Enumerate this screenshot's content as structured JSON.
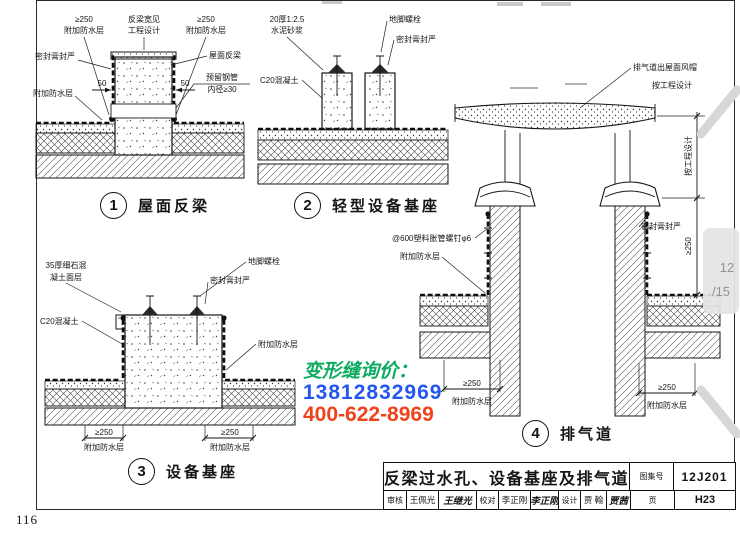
{
  "page": {
    "number": "116"
  },
  "overlay": {
    "indicator_top": "12",
    "indicator_bottom": "/15"
  },
  "watermark": {
    "line1": "变形缝询价：",
    "line2": "13812832969",
    "line3": "400-622-8969",
    "color1": "#0faa62",
    "color2": "#2256ee",
    "color3": "#f0421c"
  },
  "details": {
    "d1": {
      "num": "1",
      "caption": "屋面反梁",
      "labels": {
        "top_left_dim": "≥250",
        "top_left": "附加防水层",
        "top_mid_1": "反梁宽见",
        "top_mid_2": "工程设计",
        "top_right_dim": "≥250",
        "top_right": "附加防水层",
        "seal": "密封膏封严",
        "left_membrane": "附加防水层",
        "beam": "屋面反梁",
        "pipe_1": "预留钢管",
        "pipe_2": "内径≥30",
        "dim_left": "50",
        "dim_right": "50"
      }
    },
    "d2": {
      "num": "2",
      "caption": "轻型设备基座",
      "labels": {
        "mortar_1": "20厚1:2.5",
        "mortar_2": "水泥砂浆",
        "bolt": "地脚螺栓",
        "seal": "密封膏封严",
        "concrete": "C20混凝土"
      }
    },
    "d3": {
      "num": "3",
      "caption": "设备基座",
      "labels": {
        "surface_1": "35厚细石混",
        "surface_2": "凝土面层",
        "bolt": "地脚螺栓",
        "seal": "密封膏封严",
        "concrete": "C20混凝土",
        "membrane_right": "附加防水层",
        "bl_dim": "≥250",
        "bl": "附加防水层",
        "br_dim": "≥250",
        "br": "附加防水层"
      }
    },
    "d4": {
      "num": "4",
      "caption": "排气道",
      "labels": {
        "cap_1": "排气道出屋面风帽",
        "cap_2": "按工程设计",
        "seal": "密封膏封严",
        "screw": "@600塑料胀管螺钉φ6",
        "membrane": "附加防水层",
        "dim_v1": "按工程设计",
        "dim_v2": "≥250",
        "bl_dim": "≥250",
        "bl": "附加防水层",
        "br_dim": "≥250",
        "br": "附加防水层"
      }
    }
  },
  "titleblock": {
    "title": "反梁过水孔、设备基座及排气道",
    "atlas_label": "图集号",
    "atlas_no": "12J201",
    "page_label": "页",
    "page_no": "H23",
    "review_label": "审核",
    "review_name": "王佩光",
    "review_sig": "王继光",
    "check_label": "校对",
    "check_name": "李正刚",
    "check_sig": "李正刚",
    "design_label": "设计",
    "design_name": "贾 翰",
    "design_sig": "贾茜"
  }
}
